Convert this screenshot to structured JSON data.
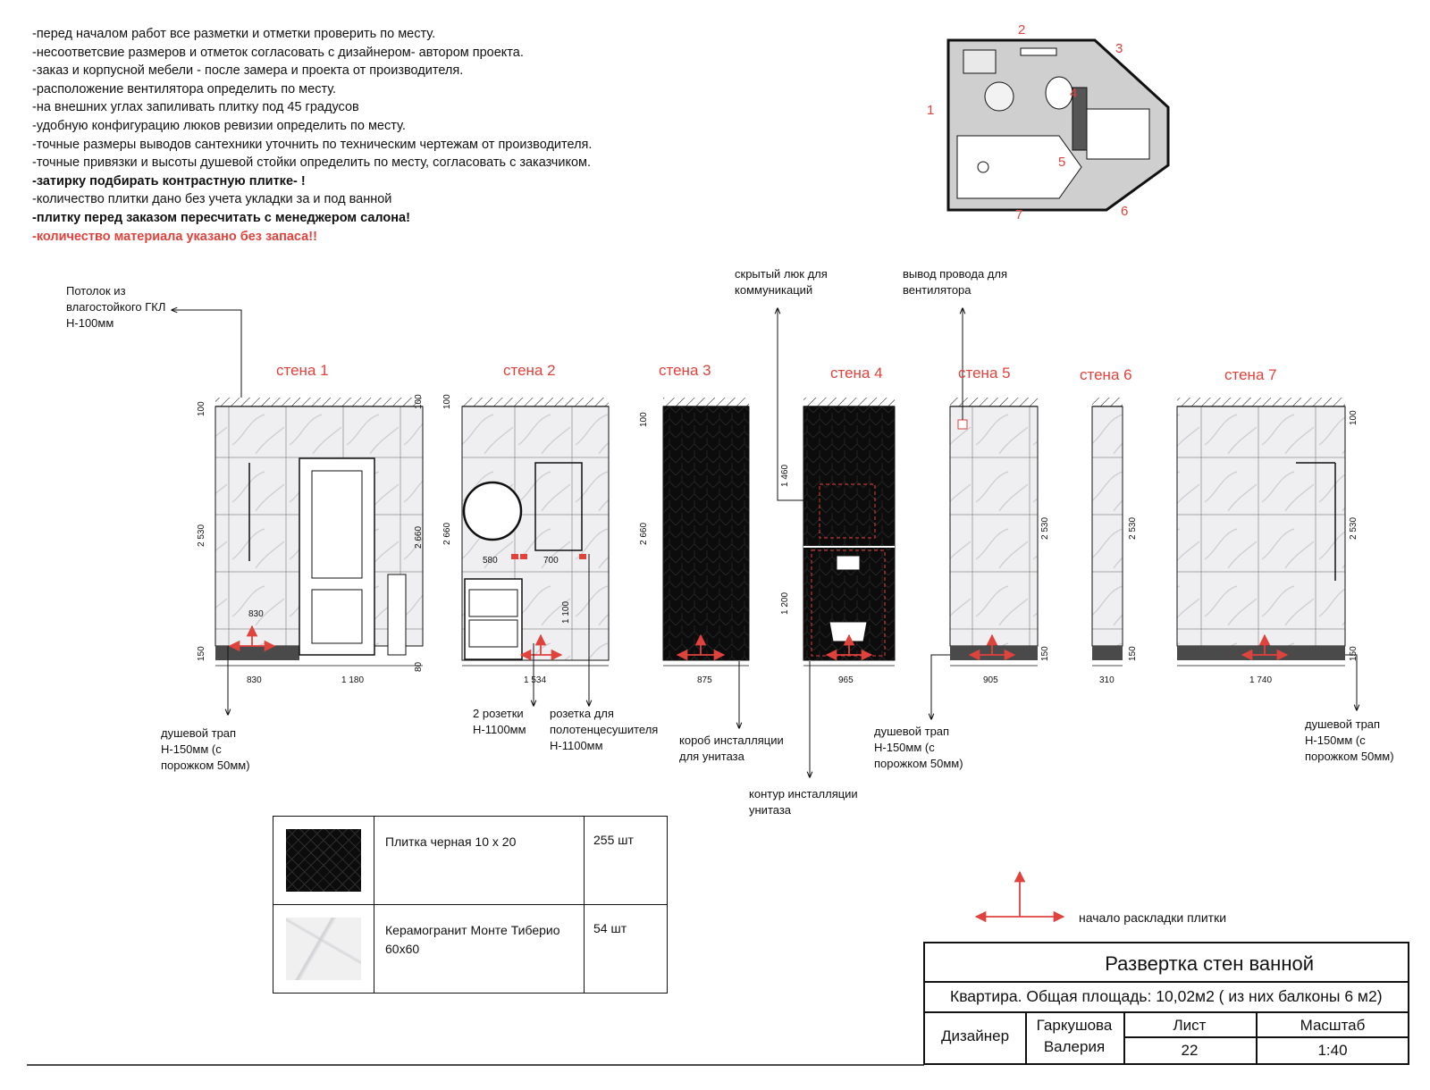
{
  "notes": [
    {
      "text": "-перед началом работ все разметки и отметки проверить по месту.",
      "style": "normal"
    },
    {
      "text": "-несоответсвие размеров и отметок согласовать с дизайнером- автором проекта.",
      "style": "normal"
    },
    {
      "text": "-заказ и корпусной мебели - после замера и проекта от производителя.",
      "style": "normal"
    },
    {
      "text": "-расположение вентилятора определить по месту.",
      "style": "normal"
    },
    {
      "text": "-на внешних углах запиливать плитку под 45 градусов",
      "style": "normal"
    },
    {
      "text": "-удобную конфигурацию люков ревизии определить по месту.",
      "style": "normal"
    },
    {
      "text": "-точные размеры выводов сантехники уточнить по техническим чертежам от производителя.",
      "style": "normal"
    },
    {
      "text": "-точные привязки и высоты душевой стойки определить по месту, согласовать с заказчиком.",
      "style": "normal"
    },
    {
      "text": "-затирку подбирать контрастную плитке- !",
      "style": "bold"
    },
    {
      "text": "-количество плитки дано без учета укладки за и под ванной",
      "style": "normal"
    },
    {
      "text": "-плитку перед заказом пересчитать с менеджером салона!",
      "style": "bold"
    },
    {
      "text": "-количество материала указано без запаса!!",
      "style": "red"
    }
  ],
  "plan_numbers": [
    "1",
    "2",
    "3",
    "4",
    "5",
    "6",
    "7"
  ],
  "walls": [
    "стена 1",
    "стена 2",
    "стена 3",
    "стена 4",
    "стена 5",
    "стена 6",
    "стена 7"
  ],
  "annotations": {
    "ceiling": [
      "Потолок из",
      "влагостойкого ГКЛ",
      "Н-100мм"
    ],
    "hatch": [
      "скрытый люк для",
      "коммуникаций"
    ],
    "vent": [
      "вывод провода для",
      "вентилятора"
    ],
    "drain1": [
      "душевой трап",
      "Н-150мм (с",
      "порожком 50мм)"
    ],
    "sockets": [
      "2 розетки",
      "Н-1100мм"
    ],
    "towel": [
      "розетка для",
      "полотенцесушителя",
      "Н-1100мм"
    ],
    "box": [
      "короб инсталляции",
      "для унитаза"
    ],
    "contour": [
      "контур инсталляции",
      "унитаза"
    ],
    "drain5": [
      "душевой трап",
      "Н-150мм (с",
      "порожком 50мм)"
    ],
    "drain7": [
      "душевой трап",
      "Н-150мм (с",
      "порожком 50мм)"
    ]
  },
  "dimensions": {
    "w1_bottom": [
      "830",
      "1 180"
    ],
    "w1_inner": "830",
    "w1_left": [
      "100",
      "2 530",
      "150"
    ],
    "w1_right": [
      "100",
      "2 660",
      "80"
    ],
    "w2_bottom": "1 534",
    "w2_inner": [
      "580",
      "700",
      "1 100"
    ],
    "w2_left": [
      "100",
      "2 660"
    ],
    "w3_bottom": "875",
    "w3_left": [
      "100",
      "2 660"
    ],
    "w4_bottom": "965",
    "w4_left": [
      "1 460",
      "1 200"
    ],
    "w5_bottom": "905",
    "w5_right": [
      "2 530",
      "150"
    ],
    "w6_bottom": "310",
    "w6_right": [
      "2 530",
      "150"
    ],
    "w7_bottom": "1 740",
    "w7_right": [
      "100",
      "2 530",
      "150"
    ]
  },
  "legend": [
    {
      "name": "Плитка черная 10 х 20",
      "qty": "255 шт",
      "swatch": "black"
    },
    {
      "name": "Керамогранит Монте Тиберио 60х60",
      "qty": "54 шт",
      "swatch": "marble"
    }
  ],
  "tile_start_label": "начало раскладки плитки",
  "stamp": {
    "title": "Развертка стен ванной",
    "subtitle": "Квартира. Общая площадь: 10,02м2 ( из них балконы 6 м2)",
    "role": "Дизайнер",
    "name": [
      "Гаркушова",
      "Валерия"
    ],
    "sheet_label": "Лист",
    "sheet": "22",
    "scale_label": "Масштаб",
    "scale": "1:40"
  },
  "colors": {
    "accent": "#e0423c",
    "black_tile": "#0c0c0c",
    "marble": "#efeff1",
    "floor": "#4a4a4a"
  }
}
